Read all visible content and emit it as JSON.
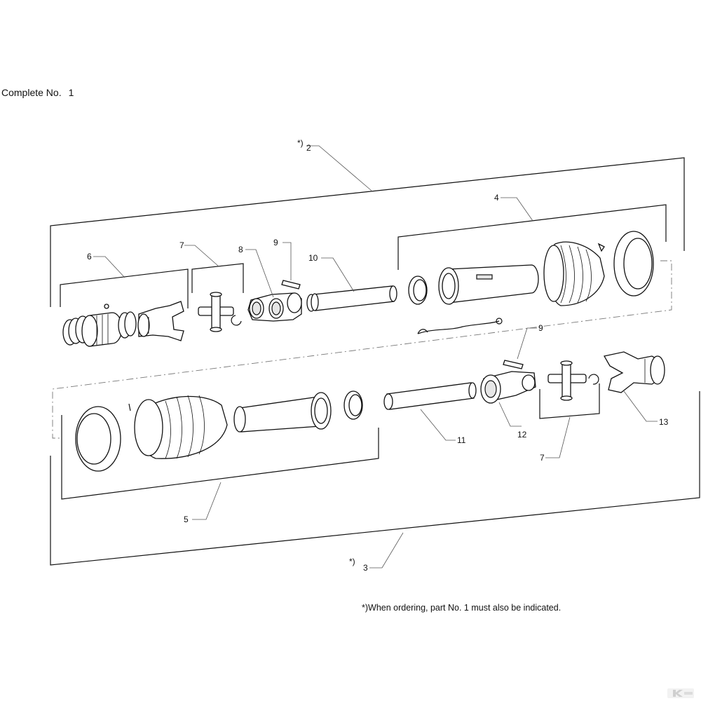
{
  "header": {
    "title": "Complete No.",
    "number": "1"
  },
  "note": "*)When ordering, part No. 1 must also be indicated.",
  "callouts": {
    "c2": {
      "mark": "*)",
      "num": "2"
    },
    "c3": {
      "mark": "*)",
      "num": "3"
    },
    "c4": "4",
    "c5": "5",
    "c6": "6",
    "c7a": "7",
    "c7b": "7",
    "c8": "8",
    "c9a": "9",
    "c9b": "9",
    "c10": "10",
    "c11": "11",
    "c12": "12",
    "c13": "13"
  },
  "logo": {
    "glyph": "K",
    "color": "#d0d0d0"
  }
}
